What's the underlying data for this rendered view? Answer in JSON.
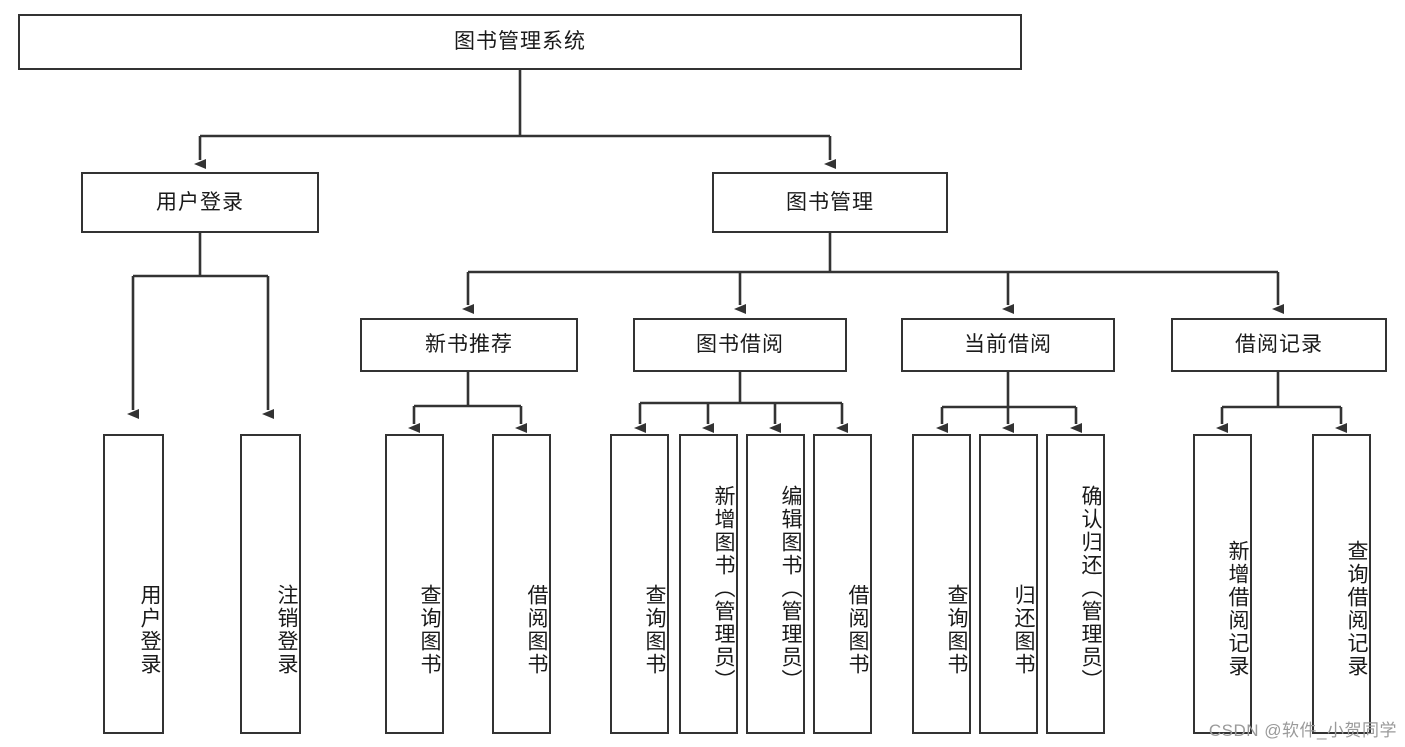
{
  "diagram": {
    "title": "图书管理系统",
    "type": "tree",
    "colors": {
      "border": "#333333",
      "fill": "#ffffff",
      "text": "#1a1a1a",
      "edge": "#333333",
      "watermark": "#9a9a9a"
    },
    "watermark": "CSDN @软件_小贺同学",
    "levels": {
      "root": {
        "label": "图书管理系统"
      },
      "level1": [
        {
          "label": "用户登录"
        },
        {
          "label": "图书管理"
        }
      ],
      "level2": [
        {
          "label": "新书推荐"
        },
        {
          "label": "图书借阅"
        },
        {
          "label": "当前借阅"
        },
        {
          "label": "借阅记录"
        }
      ],
      "leaves": {
        "user_login": [
          {
            "label": "用户登录"
          },
          {
            "label": "注销登录"
          }
        ],
        "new_book_recommend": [
          {
            "label": "查询图书"
          },
          {
            "label": "借阅图书"
          }
        ],
        "book_borrow": [
          {
            "label": "查询图书"
          },
          {
            "label": "新增图书（管理员）"
          },
          {
            "label": "编辑图书（管理员）"
          },
          {
            "label": "借阅图书"
          }
        ],
        "current_borrow": [
          {
            "label": "查询图书"
          },
          {
            "label": "归还图书"
          },
          {
            "label": "确认归还（管理员）"
          }
        ],
        "borrow_record": [
          {
            "label": "新增借阅记录"
          },
          {
            "label": "查询借阅记录"
          }
        ]
      }
    }
  }
}
